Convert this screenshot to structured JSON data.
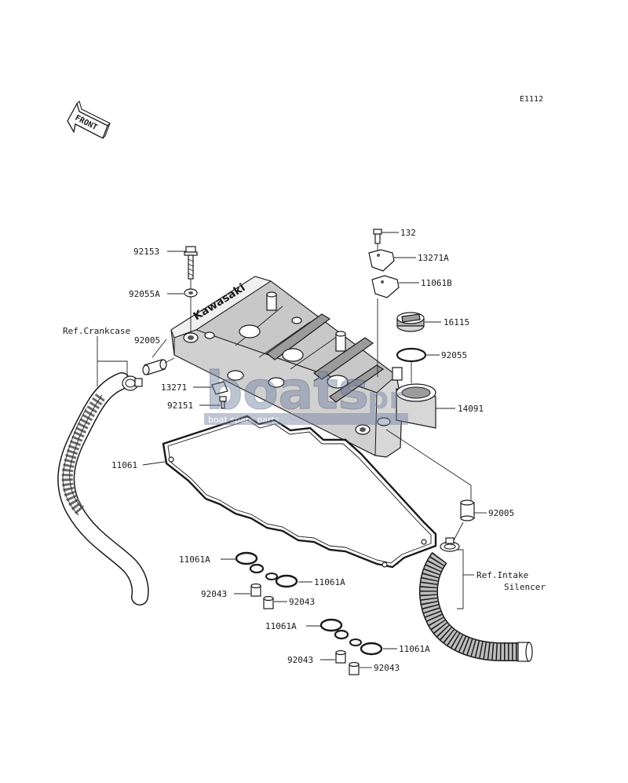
{
  "diagram_code": "E1112",
  "front_label": "FRONT",
  "cover_logo": "Kawasaki",
  "watermark": {
    "main": "boats",
    "suffix": "pr",
    "sub": "boat spare parts"
  },
  "part_labels": {
    "p92153": "92153",
    "p92055A": "92055A",
    "p92005_left": "92005",
    "p13271": "13271",
    "p92151": "92151",
    "p132": "132",
    "p13271A": "13271A",
    "p11061B": "11061B",
    "p16115": "16115",
    "p92055": "92055",
    "p14091": "14091",
    "p11061": "11061",
    "p92005_right": "92005",
    "p11061A_1": "11061A",
    "p11061A_2": "11061A",
    "p92043_1": "92043",
    "p92043_2": "92043",
    "p11061A_3": "11061A",
    "p11061A_4": "11061A",
    "p92043_3": "92043",
    "p92043_4": "92043"
  },
  "references": {
    "crankcase": "Ref.Crankcase",
    "intake_line1": "Ref.Intake",
    "intake_line2": "Silencer"
  }
}
